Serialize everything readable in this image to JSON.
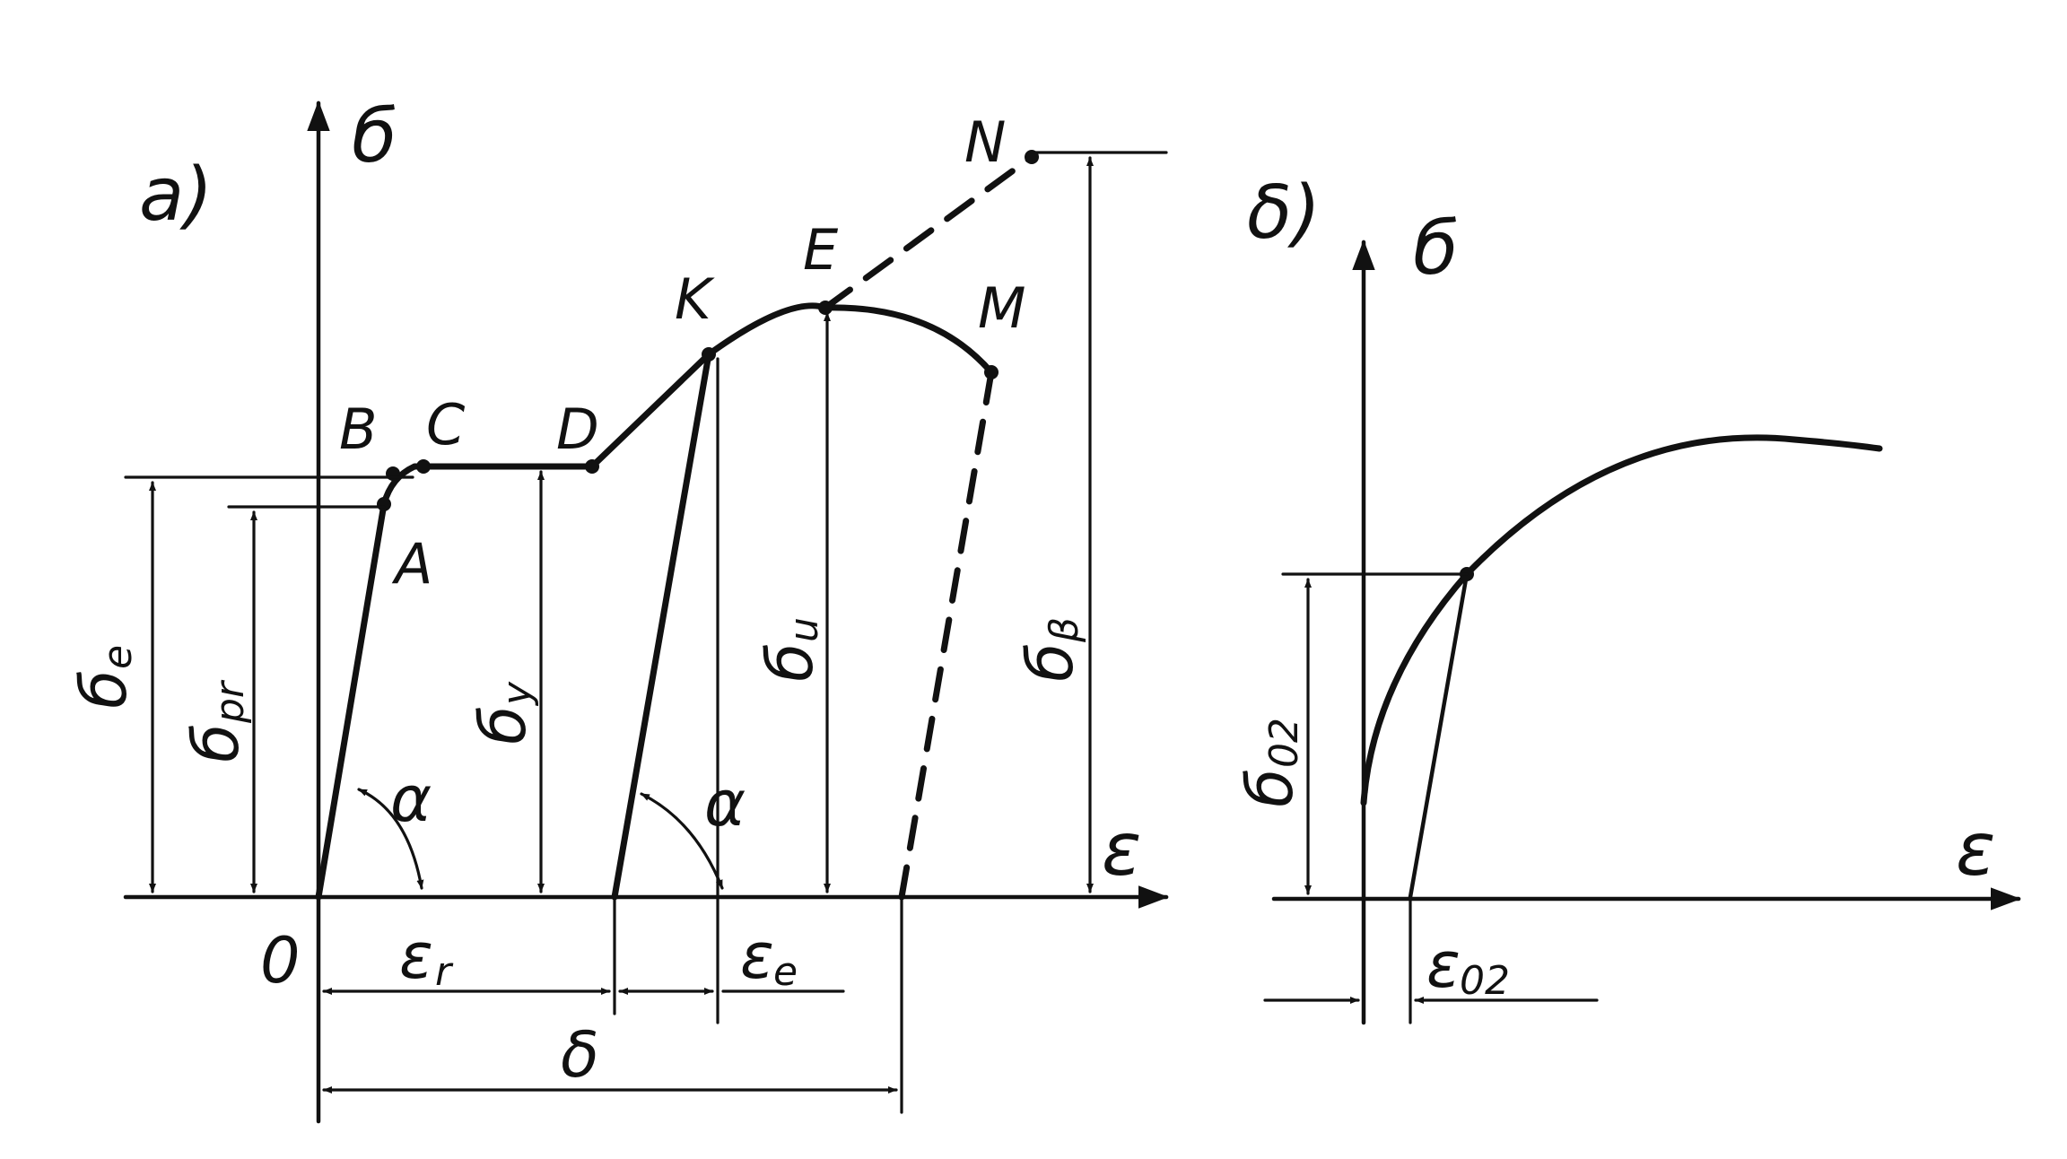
{
  "panel_a": {
    "panel_label": "a)",
    "axis_y": "б",
    "axis_x": "ε",
    "origin": "0",
    "points": {
      "A": "A",
      "B": "B",
      "C": "C",
      "D": "D",
      "K": "K",
      "E": "E",
      "M": "M",
      "N": "N"
    },
    "dimensions": {
      "sigma_e": "б",
      "sigma_e_sub": "e",
      "sigma_pr": "б",
      "sigma_pr_sub": "pr",
      "sigma_y": "б",
      "sigma_y_sub": "y",
      "sigma_u": "б",
      "sigma_u_sub": "u",
      "sigma_b": "б",
      "sigma_b_sub": "β"
    },
    "angles": {
      "alpha_1": "α",
      "alpha_2": "α"
    },
    "strains": {
      "eps_r": "ε",
      "eps_r_sub": "r",
      "eps_e": "ε",
      "eps_e_sub": "e",
      "delta": "δ"
    }
  },
  "panel_b": {
    "panel_label": "δ)",
    "axis_y": "б",
    "axis_x": "ε",
    "sigma_02": "б",
    "sigma_02_sub": "02",
    "eps_02": "ε",
    "eps_02_sub": "02"
  },
  "colors": {
    "ink": "#111111",
    "background": "#ffffff"
  }
}
